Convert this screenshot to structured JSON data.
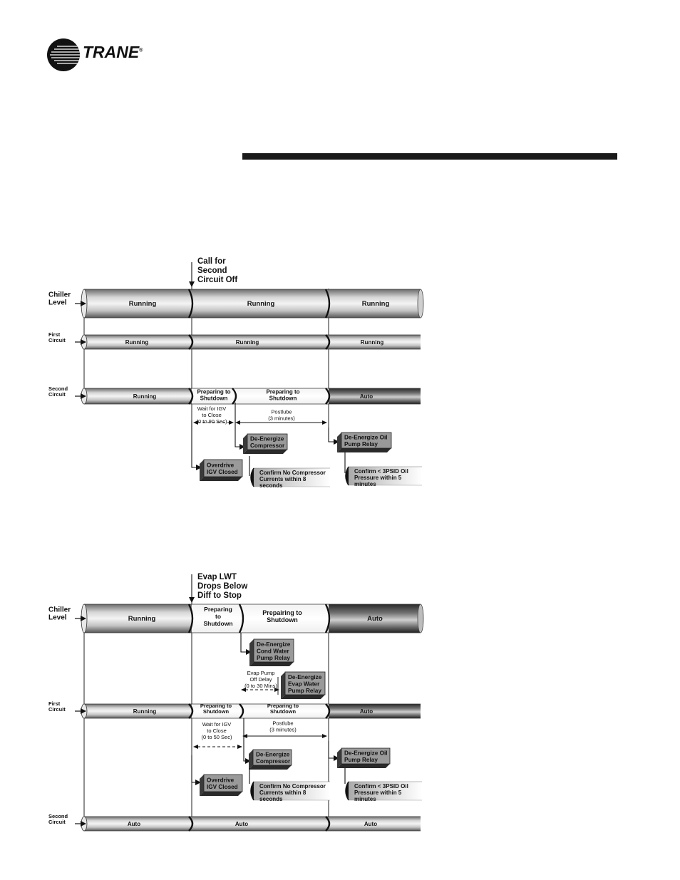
{
  "brand": {
    "name": "TRANE",
    "registered": "®"
  },
  "diagram1": {
    "call_lines": [
      "Call for",
      "Second",
      "Circuit Off"
    ],
    "rows": {
      "chiller": [
        "Chiller",
        "Level"
      ],
      "first": [
        "First",
        "Circuit"
      ],
      "second": [
        "Second",
        "Circuit"
      ]
    },
    "chiller_states": [
      "Running",
      "Running",
      "Running"
    ],
    "first_states": [
      "Running",
      "Running",
      "Running"
    ],
    "second_states": [
      "Running",
      [
        "Preparing to",
        "Shutdown"
      ],
      [
        "Preparing to",
        "Shutdown"
      ],
      "Auto"
    ],
    "wait_lines": [
      "Wait for IGV",
      "to Close",
      "(0 to 90 Sec)"
    ],
    "postlube_lines": [
      "Postlube",
      "(3 minutes)"
    ],
    "deenergize_comp": [
      "De-Energize",
      "Compressor"
    ],
    "deenergize_oil": [
      "De-Energize Oil",
      "Pump Relay"
    ],
    "overdrive": [
      "Overdrive",
      "IGV Closed"
    ],
    "confirm_comp": [
      "Confirm No Compressor",
      "Currents within 8",
      "seconds"
    ],
    "confirm_oil": [
      "Confirm < 3PSID Oil",
      "Pressure within 5",
      "minutes"
    ]
  },
  "diagram2": {
    "call_lines": [
      "Evap LWT",
      "Drops Below",
      "Diff to  Stop"
    ],
    "rows": {
      "chiller": [
        "Chiller",
        "Level"
      ],
      "first": [
        "First",
        "Circuit"
      ],
      "second": [
        "Second",
        "Circuit"
      ]
    },
    "chiller_states": [
      "Running",
      [
        "Preparing",
        "to",
        "Shutdown"
      ],
      [
        "Prepairing to",
        "Shutdown"
      ],
      "Auto"
    ],
    "first_states": [
      "Running",
      [
        "Preparing to",
        "Shutdown"
      ],
      [
        "Preparing to",
        "Shutdown"
      ],
      "Auto"
    ],
    "second_states": [
      "Auto",
      "Auto",
      "Auto"
    ],
    "cond_pump": [
      "De-Energize",
      "Cond Water",
      "Pump Relay"
    ],
    "evap_pump": [
      "De-Energize",
      "Evap Water",
      "Pump Relay"
    ],
    "evap_delay": [
      "Evap Pump",
      "Off Delay",
      "(0 to 30 Mins)"
    ],
    "wait_lines": [
      "Wait for IGV",
      "to Close",
      "(0 to 50 Sec)"
    ],
    "postlube_lines": [
      "Postlube",
      "(3 minutes)"
    ],
    "deenergize_comp": [
      "De-Energize",
      "Compressor"
    ],
    "deenergize_oil": [
      "De-Energize Oil",
      "Pump Relay"
    ],
    "overdrive": [
      "Overdrive",
      "IGV Closed"
    ],
    "confirm_comp": [
      "Confirm No Compressor",
      "Currents within 8",
      "seconds"
    ],
    "confirm_oil": [
      "Confirm < 3PSID Oil",
      "Pressure within 5",
      "minutes"
    ]
  }
}
